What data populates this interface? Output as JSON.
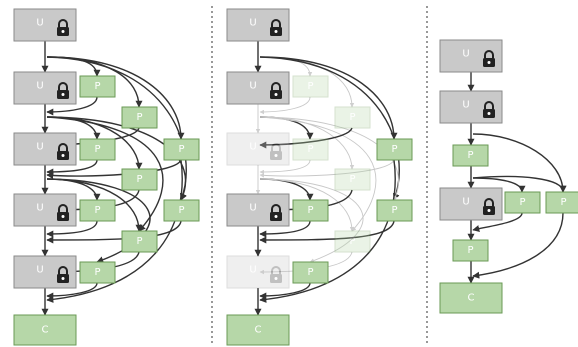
{
  "labels": {
    "unit": "U",
    "projection": "P",
    "combine": "C"
  },
  "colors": {
    "unit_fill": "#c9c9c9",
    "unit_stroke": "#8a8a8a",
    "p_fill": "#b6d7a8",
    "p_stroke": "#6a9a55",
    "c_fill": "#b6d7a8",
    "lock": "#222222",
    "edge": "#333333",
    "faded_edge": "#c8c8c8",
    "divider": "#555555"
  },
  "panels": [
    {
      "id": "left",
      "nodes": [
        {
          "id": "lU1",
          "kind": "unit"
        },
        {
          "id": "lU2",
          "kind": "unit"
        },
        {
          "id": "lU3",
          "kind": "unit"
        },
        {
          "id": "lU4",
          "kind": "unit"
        },
        {
          "id": "lU5",
          "kind": "unit"
        },
        {
          "id": "lP1",
          "kind": "projection"
        },
        {
          "id": "lP2",
          "kind": "projection"
        },
        {
          "id": "lP3",
          "kind": "projection"
        },
        {
          "id": "lP4",
          "kind": "projection"
        },
        {
          "id": "lP5",
          "kind": "projection"
        },
        {
          "id": "lP6",
          "kind": "projection"
        },
        {
          "id": "lP7",
          "kind": "projection"
        },
        {
          "id": "lP8",
          "kind": "projection"
        },
        {
          "id": "lP9",
          "kind": "projection"
        },
        {
          "id": "lC",
          "kind": "combine"
        }
      ]
    },
    {
      "id": "middle",
      "nodes": [
        {
          "id": "mU1",
          "kind": "unit"
        },
        {
          "id": "mU2",
          "kind": "unit"
        },
        {
          "id": "mU3",
          "kind": "unit",
          "faded": true
        },
        {
          "id": "mU4",
          "kind": "unit"
        },
        {
          "id": "mU5",
          "kind": "unit",
          "faded": true
        },
        {
          "id": "mP1",
          "kind": "projection",
          "faded": true
        },
        {
          "id": "mP2",
          "kind": "projection",
          "faded": true
        },
        {
          "id": "mP3",
          "kind": "projection"
        },
        {
          "id": "mP4",
          "kind": "projection",
          "faded": true
        },
        {
          "id": "mP5",
          "kind": "projection",
          "faded": true
        },
        {
          "id": "mP6",
          "kind": "projection"
        },
        {
          "id": "mP7",
          "kind": "projection"
        },
        {
          "id": "mP8",
          "kind": "projection",
          "faded": true
        },
        {
          "id": "mP9",
          "kind": "projection"
        },
        {
          "id": "mC",
          "kind": "combine"
        }
      ]
    },
    {
      "id": "right",
      "nodes": [
        {
          "id": "rU1",
          "kind": "unit"
        },
        {
          "id": "rU2",
          "kind": "unit"
        },
        {
          "id": "rP1",
          "kind": "projection"
        },
        {
          "id": "rU3",
          "kind": "unit"
        },
        {
          "id": "rP2",
          "kind": "projection"
        },
        {
          "id": "rP3",
          "kind": "projection"
        },
        {
          "id": "rP4",
          "kind": "projection"
        },
        {
          "id": "rC",
          "kind": "combine"
        }
      ]
    }
  ]
}
